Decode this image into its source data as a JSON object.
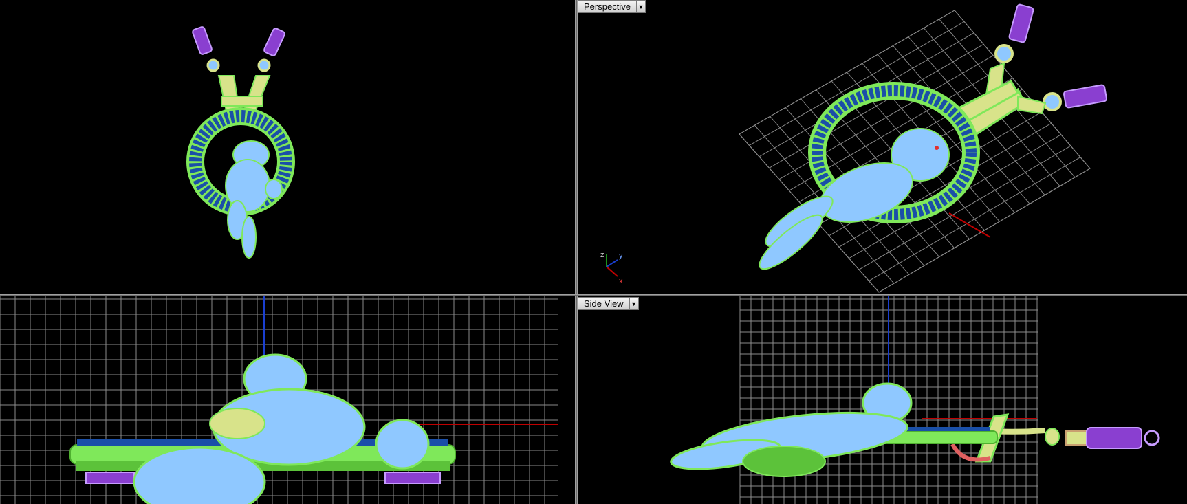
{
  "viewports": {
    "top_left": {
      "kind": "top"
    },
    "top_right": {
      "label": "Perspective",
      "menu_icon": "dropdown-triangle-icon"
    },
    "bottom_left": {
      "kind": "front"
    },
    "bottom_right": {
      "label": "Side View",
      "menu_icon": "dropdown-triangle-icon"
    }
  },
  "axis_widget": {
    "x": "x",
    "y": "y",
    "z": "z"
  },
  "colors": {
    "background": "#000000",
    "grid": "#9a9a9a",
    "metal": "#7fe85a",
    "gold": "#d8e38a",
    "stone_light": "#8fc8ff",
    "stone_dark": "#1a4fa8",
    "purple": "#8a3fd0",
    "axis_red": "#c00000",
    "axis_blue": "#1a3fd0"
  }
}
